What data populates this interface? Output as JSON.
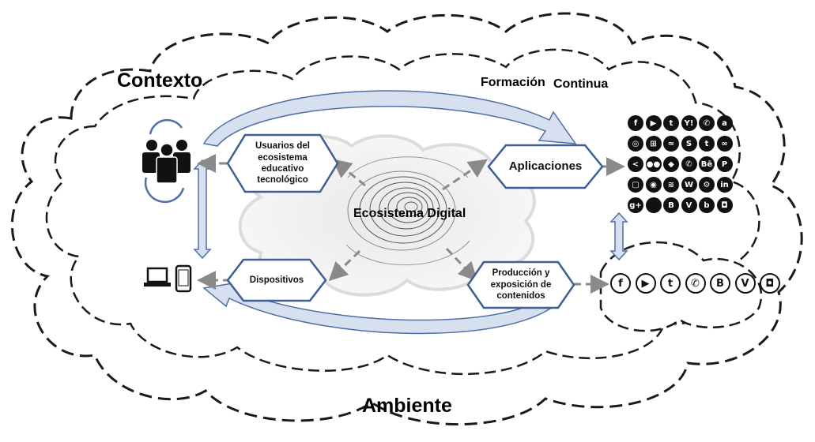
{
  "labels": {
    "contexto": "Contexto",
    "ambiente": "Ambiente",
    "formacion": "Formación",
    "continua": "Continua",
    "ecosistema": "Ecosistema Digital"
  },
  "nodes": {
    "usuarios": [
      "Usuarios del",
      "ecosistema",
      "educativo",
      "tecnológico"
    ],
    "aplicaciones": "Aplicaciones",
    "dispositivos": "Dispositivos",
    "produccion": [
      "Producción y",
      "exposición de",
      "contenidos"
    ]
  },
  "app_icons": [
    [
      "facebook-icon",
      "youtube-icon",
      "twitter-icon",
      "yahoo-icon",
      "whatsapp-icon",
      "amazon-icon"
    ],
    [
      "dribbble-icon",
      "windows-icon",
      "rss-icon",
      "skype-icon",
      "tumblr-icon",
      "lastfm-icon"
    ],
    [
      "share-icon",
      "flickr-icon",
      "chat-icon",
      "phone-icon",
      "behance-icon",
      "pinterest-icon"
    ],
    [
      "clipboard-icon",
      "android-icon",
      "wifi-icon",
      "wordpress-icon",
      "settings-icon",
      "linkedin-icon"
    ],
    [
      "googleplus-icon",
      "apple-icon",
      "blogger-icon",
      "vine-icon",
      "blogger-b-icon",
      "instagram-icon"
    ]
  ],
  "app_glyphs": [
    [
      "f",
      "▶",
      "t",
      "Y!",
      "✆",
      "a"
    ],
    [
      "◎",
      "⊞",
      "≈",
      "S",
      "t",
      "∞"
    ],
    [
      "<",
      "●●",
      "◆",
      "✆",
      "Bē",
      "P"
    ],
    [
      "▢",
      "◉",
      "≋",
      "W",
      "⚙",
      "in"
    ],
    [
      "g+",
      "",
      "B",
      "V",
      "b",
      "◘"
    ]
  ],
  "social_icons": [
    "facebook-icon",
    "youtube-icon",
    "twitter-icon",
    "whatsapp-icon",
    "blogger-icon",
    "vine-icon",
    "instagram-icon"
  ],
  "social_glyphs": [
    "f",
    "▶",
    "t",
    "✆",
    "B",
    "V",
    "◘"
  ],
  "colors": {
    "outline": "#1a1a1a",
    "arrow_fill": "#d7e0ee",
    "arrow_stroke": "#4f6fa8",
    "dash_arrow": "#8a8a8a",
    "hex_stroke": "#3d5f96"
  }
}
